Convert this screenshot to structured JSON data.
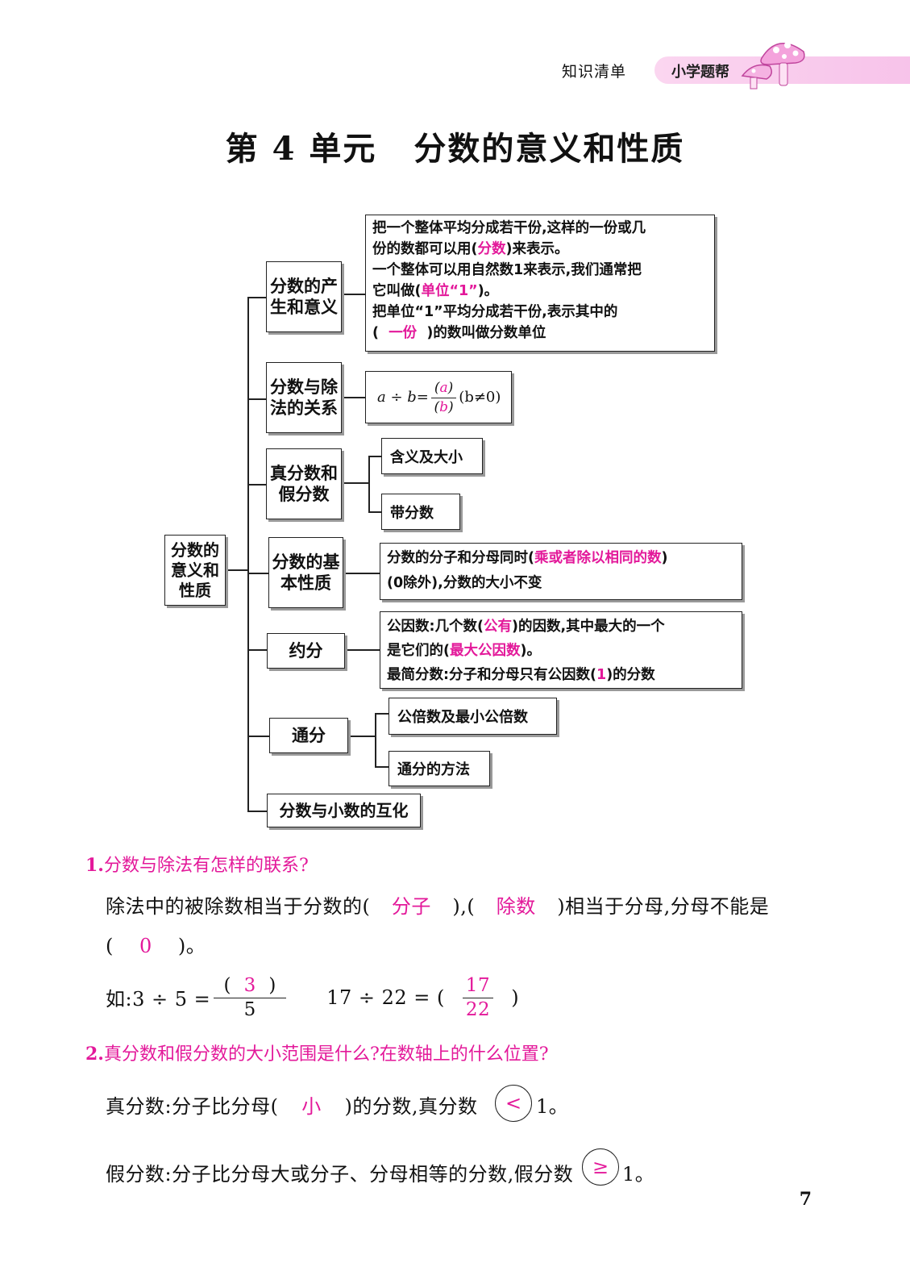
{
  "header": {
    "section": "知识清单",
    "brand": "小学题帮"
  },
  "title": {
    "unit": "第 4 单元",
    "topic": "分数的意义和性质"
  },
  "mindmap": {
    "root": "分数的意义和性质",
    "cat1": {
      "label": "分数的产生和意义",
      "l1a": "把一个整体平均分成若干份,这样的一份或几",
      "l1b": "份的数都可以用(",
      "l1ans": "分数",
      "l1c": ")来表示。",
      "l2a": "一个整体可以用自然数1来表示,我们通常把",
      "l2b": "它叫做(",
      "l2ans": "单位“1”",
      "l2c": ")。",
      "l3a": "把单位“1”平均分成若干份,表示其中的",
      "l3b": "(",
      "l3ans": "一份",
      "l3c": ")的数叫做分数单位"
    },
    "cat2": {
      "label": "分数与除法的关系",
      "formula_left": "a ÷ b=",
      "num": "a",
      "den": "b",
      "cond": "(b≠0)"
    },
    "cat3": {
      "label": "真分数和假分数",
      "leaf1": "含义及大小",
      "leaf2": "带分数"
    },
    "cat4": {
      "label": "分数的基本性质",
      "l1a": "分数的分子和分母同时(",
      "l1ans": "乘或者除以相同的数",
      "l1c": ")",
      "l2": "(0除外),分数的大小不变"
    },
    "cat5": {
      "label": "约分",
      "l1a": "公因数:几个数(",
      "l1ans": "公有",
      "l1c": ")的因数,其中最大的一个",
      "l2a": "是它们的(",
      "l2ans": "最大公因数",
      "l2c": ")。",
      "l3a": "最简分数:分子和分母只有公因数(",
      "l3ans": "1",
      "l3c": ")的分数"
    },
    "cat6": {
      "label": "通分",
      "leaf1": "公倍数及最小公倍数",
      "leaf2": "通分的方法"
    },
    "cat7": {
      "label": "分数与小数的互化"
    }
  },
  "q1": {
    "num": "1.",
    "question": "分数与除法有怎样的联系?",
    "a1": "除法中的被除数相当于分数的(",
    "ans1": "分子",
    "a2": "),(",
    "ans2": "除数",
    "a3": ")相当于分母,分母不能是",
    "a4": "(",
    "ans3": "0",
    "a5": ")。",
    "eg_prefix": "如:3 ÷ 5 =",
    "eg1_num_open": "(",
    "eg1_num": "3",
    "eg1_num_close": ")",
    "eg1_den": "5",
    "eg2_left": "17 ÷ 22 = (",
    "eg2_num": "17",
    "eg2_den": "22",
    "eg2_close": ")"
  },
  "q2": {
    "num": "2.",
    "question": "真分数和假分数的大小范围是什么?在数轴上的什么位置?",
    "p1a": "真分数:分子比分母(",
    "p1ans": "小",
    "p1b": ")的分数,真分数",
    "p1sym": "<",
    "p1c": "1。",
    "p2a": "假分数:分子比分母大或分子、分母相等的分数,假分数",
    "p2sym": "≥",
    "p2c": "1。"
  },
  "page_number": "7"
}
